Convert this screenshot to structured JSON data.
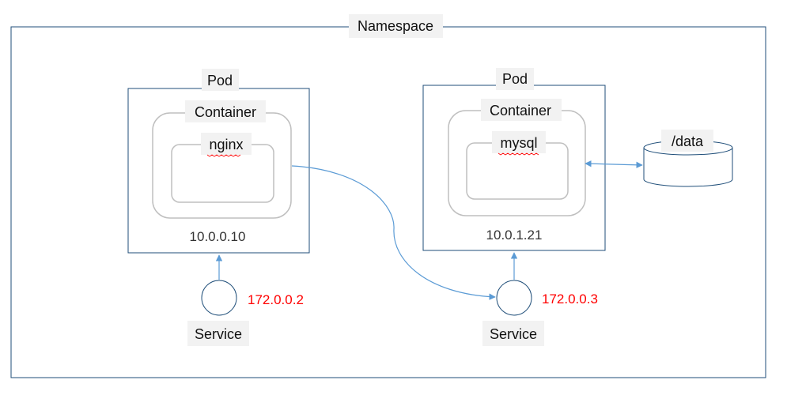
{
  "namespace": {
    "label": "Namespace"
  },
  "pods": [
    {
      "label": "Pod",
      "container_label": "Container",
      "app": "nginx",
      "ip": "10.0.0.10"
    },
    {
      "label": "Pod",
      "container_label": "Container",
      "app": "mysql",
      "ip": "10.0.1.21"
    }
  ],
  "services": [
    {
      "label": "Service",
      "ip": "172.0.0.2"
    },
    {
      "label": "Service",
      "ip": "172.0.0.3"
    }
  ],
  "volume": {
    "label": "/data"
  },
  "colors": {
    "frame": "#1f4e79",
    "container_border": "#bfbfbf",
    "arrow": "#5b9bd5",
    "service_ip": "#ff0000",
    "label_bg": "#f2f2f2"
  }
}
